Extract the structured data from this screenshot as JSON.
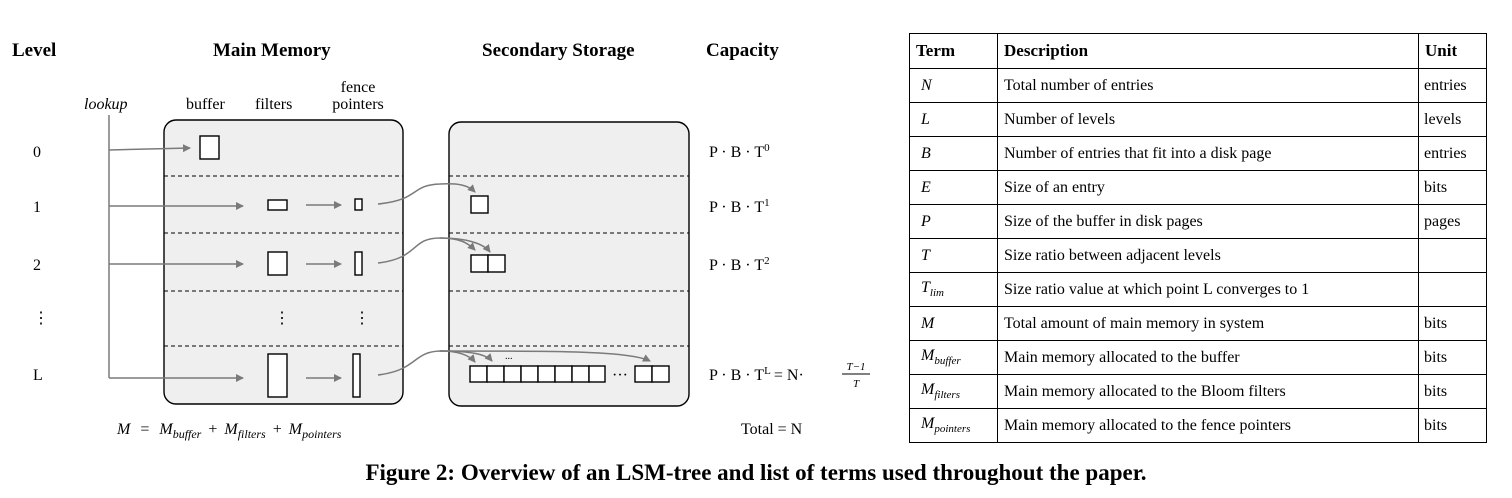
{
  "diagram": {
    "headers": {
      "level": "Level",
      "main_memory": "Main Memory",
      "secondary_storage": "Secondary Storage",
      "capacity": "Capacity"
    },
    "sublabels": {
      "lookup": "lookup",
      "buffer": "buffer",
      "filters": "filters",
      "fence_line1": "fence",
      "fence_line2": "pointers"
    },
    "levels": [
      "0",
      "1",
      "2",
      "⋮",
      "L"
    ],
    "capacities": [
      "P · B · T",
      "P · B · T",
      "P · B · T",
      "P · B · T"
    ],
    "capacity_exponents": [
      "0",
      "1",
      "2",
      "L"
    ],
    "capacity_last_suffix": "= N·",
    "fraction": {
      "numerator": "T−1",
      "denominator": "T"
    },
    "total": "Total = N",
    "memory_equation": {
      "M": "M",
      "eq": "=",
      "buffer_base": "M",
      "buffer_sub": "buffer",
      "plus1": "+",
      "filters_base": "M",
      "filters_sub": "filters",
      "plus2": "+",
      "pointers_base": "M",
      "pointers_sub": "pointers"
    },
    "ellipsis_top": "...",
    "ellipsis_mid": "···",
    "vdots": "⋮"
  },
  "table": {
    "headers": [
      "Term",
      "Description",
      "Unit"
    ],
    "rows": [
      {
        "term": "N",
        "term_sub": "",
        "description": "Total number of entries",
        "unit": "entries"
      },
      {
        "term": "L",
        "term_sub": "",
        "description": "Number of levels",
        "unit": "levels"
      },
      {
        "term": "B",
        "term_sub": "",
        "description": "Number of entries that fit into a disk page",
        "unit": "entries"
      },
      {
        "term": "E",
        "term_sub": "",
        "description": "Size of an entry",
        "unit": "bits"
      },
      {
        "term": "P",
        "term_sub": "",
        "description": "Size of the buffer in disk pages",
        "unit": "pages"
      },
      {
        "term": "T",
        "term_sub": "",
        "description": "Size ratio between adjacent levels",
        "unit": ""
      },
      {
        "term": "T",
        "term_sub": "lim",
        "description": "Size ratio value at which point L converges to 1",
        "unit": ""
      },
      {
        "term": "M",
        "term_sub": "",
        "description": "Total amount of main memory in system",
        "unit": "bits"
      },
      {
        "term": "M",
        "term_sub": "buffer",
        "description": "Main memory allocated to the buffer",
        "unit": "bits"
      },
      {
        "term": "M",
        "term_sub": "filters",
        "description": "Main memory allocated to the Bloom filters",
        "unit": "bits"
      },
      {
        "term": "M",
        "term_sub": "pointers",
        "description": "Main memory allocated to the fence pointers",
        "unit": "bits"
      }
    ]
  },
  "caption": "Figure 2: Overview of an LSM-tree and list of terms used throughout the paper."
}
